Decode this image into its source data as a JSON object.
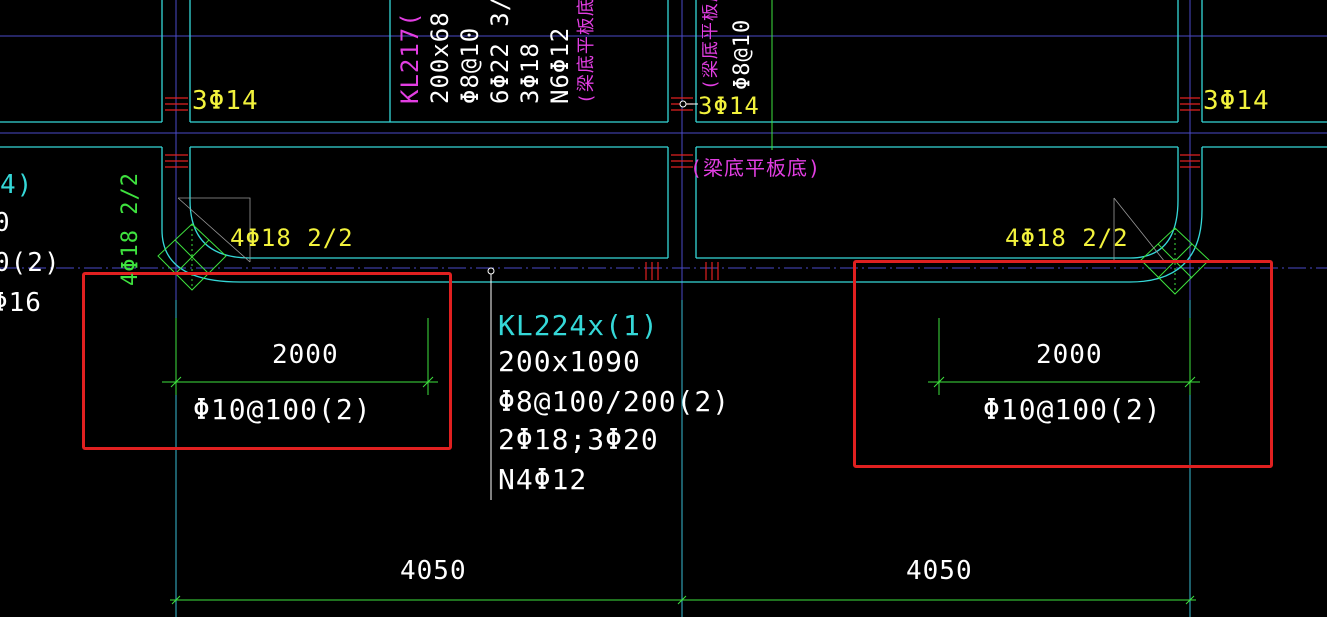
{
  "colors": {
    "background": "#000000",
    "beam_line": "#35d8d8",
    "axis_line": "#4a4ac8",
    "dimension_line": "#3ee23e",
    "text_white": "#ffffff",
    "text_yellow": "#f2f23c",
    "text_magenta": "#e23ee2",
    "text_cyan": "#35d8d8",
    "highlight": "#e02020",
    "rebar_mark": "#e02020"
  },
  "beam_kl217": {
    "name": "KL217(",
    "section": "200x68",
    "stirrup": "Φ8@10",
    "main_bars": "6Φ22 3/",
    "top_bars": "3Φ18",
    "side_bars": "N6Φ12",
    "note": "(梁底平板底"
  },
  "beam_right_vertical": {
    "note": "(梁底平板底",
    "stirrup": "Φ8@10"
  },
  "beam_kl224": {
    "name": "KL224x(1)",
    "section": "200x1090",
    "stirrup": "Φ8@100/200(2)",
    "main_bars": "2Φ18;3Φ20",
    "side_bars": "N4Φ12"
  },
  "rebar_labels": {
    "left_top": "3Φ14",
    "mid_top": "3Φ14",
    "right_top": "3Φ14",
    "left_corner": "4Φ18 2/2",
    "left_vertical": "4Φ18 2/2",
    "right_corner": "4Φ18 2/2"
  },
  "beam_note_mid": "(梁底平板底)",
  "partial_left_texts": [
    "4)",
    "0",
    "0(2)",
    "Φ16"
  ],
  "dimension_left": {
    "length": "2000",
    "stirrup": "Φ10@100(2)"
  },
  "dimension_right": {
    "length": "2000",
    "stirrup": "Φ10@100(2)"
  },
  "span_left": "4050",
  "span_right": "4050"
}
